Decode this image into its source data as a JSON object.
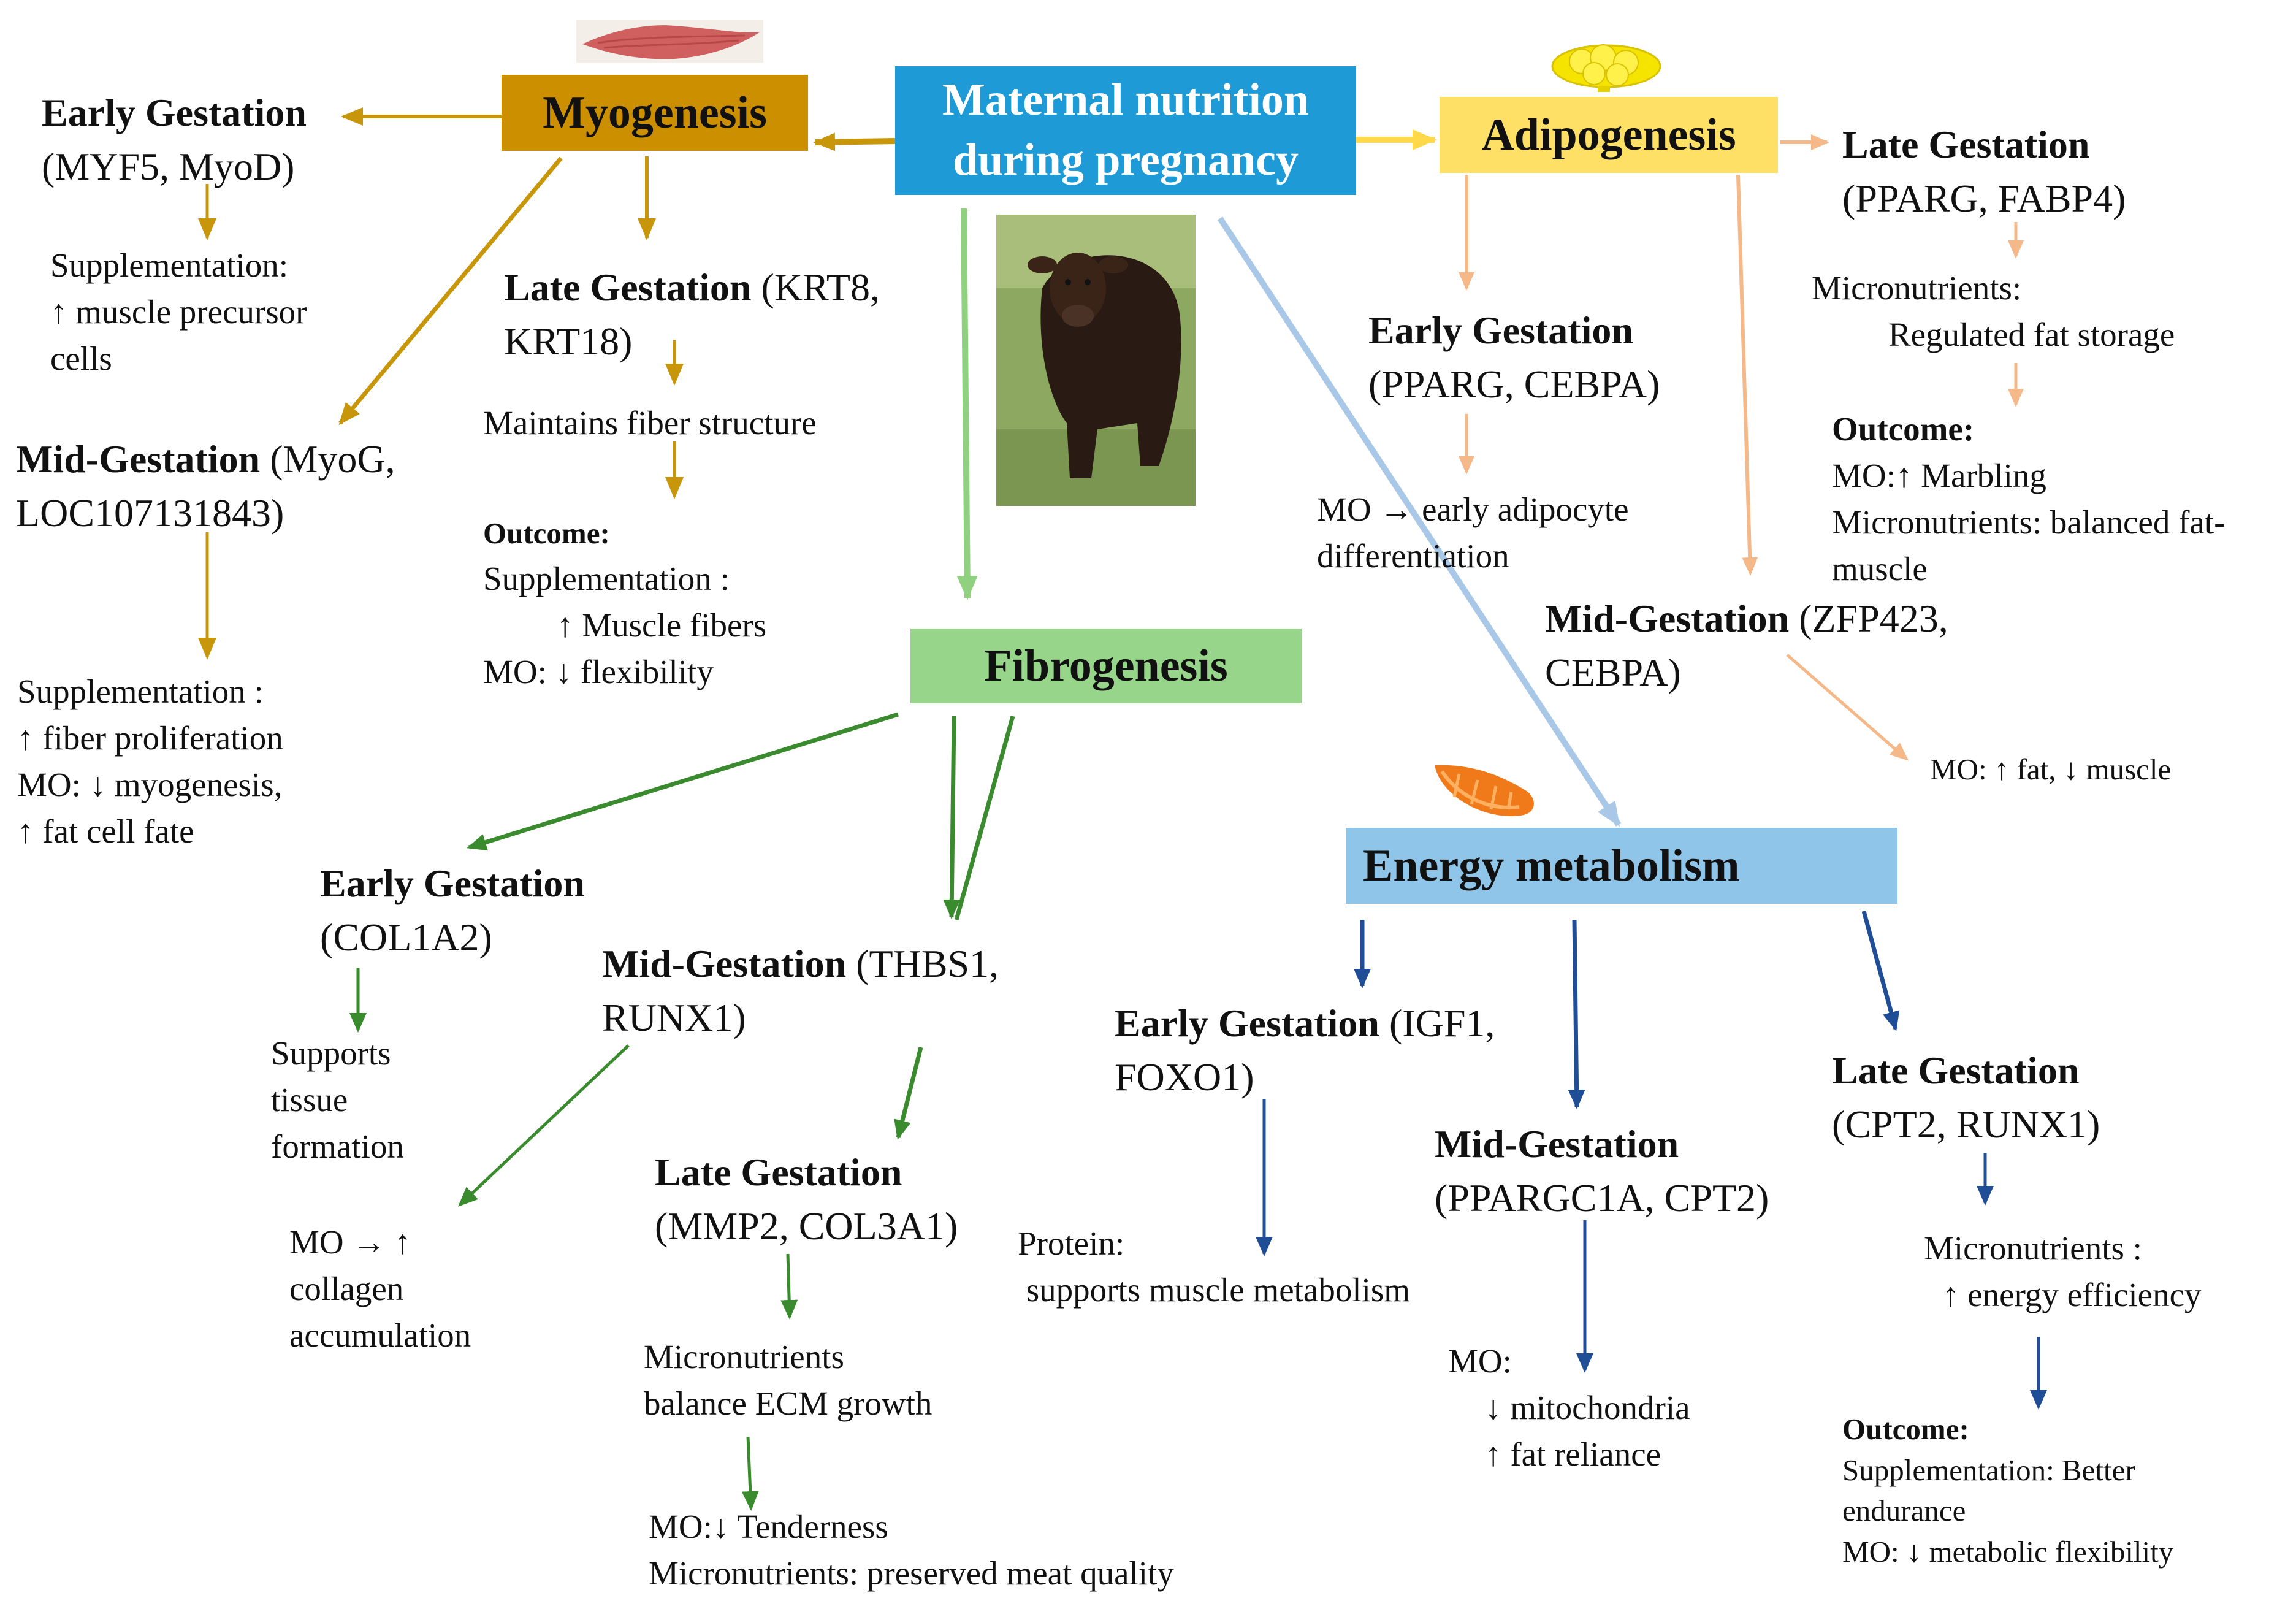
{
  "colors": {
    "myogenesis_box": "#CC8F00",
    "myogenesis_arrow": "#C8960A",
    "maternal_box": "#1E9BD7",
    "adipogenesis_box": "#FFE066",
    "adipogenesis_arrow": "#F5B889",
    "fibrogenesis_box": "#97D68A",
    "fibrogenesis_arrow": "#3A8A2E",
    "energy_box": "#8EC5E8",
    "energy_arrow": "#1F4E96"
  },
  "icons": [
    "muscle-fiber-icon",
    "fat-cell-icon",
    "cow-image",
    "mitochondrion-icon"
  ],
  "boxes": {
    "maternal_line1": "Maternal nutrition",
    "maternal_line2": "during pregnancy",
    "myogenesis": "Myogenesis",
    "adipogenesis": "Adipogenesis",
    "fibrogenesis": "Fibrogenesis",
    "energy": "Energy metabolism"
  },
  "myo": {
    "early_title": "Early Gestation",
    "early_genes": "(MYF5, MyoD)",
    "early_out1": "Supplementation:",
    "early_out2": "↑ muscle precursor",
    "early_out3": "cells",
    "late_title": "Late Gestation",
    "late_genes_a": " (KRT8,",
    "late_genes_b": "KRT18)",
    "late_out": "Maintains fiber structure",
    "outcome_label": "Outcome:",
    "outcome1": "Supplementation :",
    "outcome2": "↑ Muscle fibers",
    "outcome3": "MO: ↓ flexibility",
    "mid_title": "Mid-Gestation",
    "mid_genes_a": " (MyoG,",
    "mid_genes_b": "LOC107131843)",
    "mid_out1": "Supplementation :",
    "mid_out2": "↑ fiber proliferation",
    "mid_out3": "MO:  ↓ myogenesis,",
    "mid_out4": "↑ fat cell fate"
  },
  "adipo": {
    "late_title": "Late Gestation",
    "late_genes": "(PPARG, FABP4)",
    "late_out1": "Micronutrients:",
    "late_out2": "Regulated fat storage",
    "outcome_label": "Outcome:",
    "outcome1": "MO:↑ Marbling",
    "outcome2": "Micronutrients: balanced fat-",
    "outcome3": "muscle",
    "early_title": "Early Gestation",
    "early_genes": "(PPARG, CEBPA)",
    "early_out1": "MO → early adipocyte",
    "early_out2": "differentiation",
    "mid_title": "Mid-Gestation",
    "mid_genes_a": " (ZFP423,",
    "mid_genes_b": "CEBPA)",
    "mid_out": "MO: ↑ fat, ↓ muscle"
  },
  "fibro": {
    "early_title": "Early Gestation",
    "early_genes": "(COL1A2)",
    "early_out1": "Supports",
    "early_out2": "tissue",
    "early_out3": "formation",
    "mid_title": "Mid-Gestation",
    "mid_genes_a": " (THBS1,",
    "mid_genes_b": "RUNX1)",
    "mid_out1": "MO → ↑",
    "mid_out2": "collagen",
    "mid_out3": "accumulation",
    "late_title": "Late Gestation",
    "late_genes": "(MMP2, COL3A1)",
    "late_out1": "Micronutrients",
    "late_out2": "balance ECM growth",
    "final1": "MO:↓ Tenderness",
    "final2": "Micronutrients: preserved meat quality"
  },
  "energy": {
    "early_title": "Early Gestation",
    "early_genes_a": " (IGF1,",
    "early_genes_b": "FOXO1)",
    "early_out1": "Protein:",
    "early_out2": " supports muscle metabolism",
    "mid_title": "Mid-Gestation",
    "mid_genes": "(PPARGC1A, CPT2)",
    "mid_out1": "MO:",
    "mid_out2": "↓ mitochondria",
    "mid_out3": "↑ fat reliance",
    "late_title": "Late Gestation",
    "late_genes": "(CPT2, RUNX1)",
    "late_out1": "Micronutrients :",
    "late_out2": "↑ energy efficiency",
    "outcome_label": "Outcome:",
    "outcome1": "Supplementation:  Better",
    "outcome2": "endurance",
    "outcome3": "MO: ↓ metabolic flexibility"
  }
}
